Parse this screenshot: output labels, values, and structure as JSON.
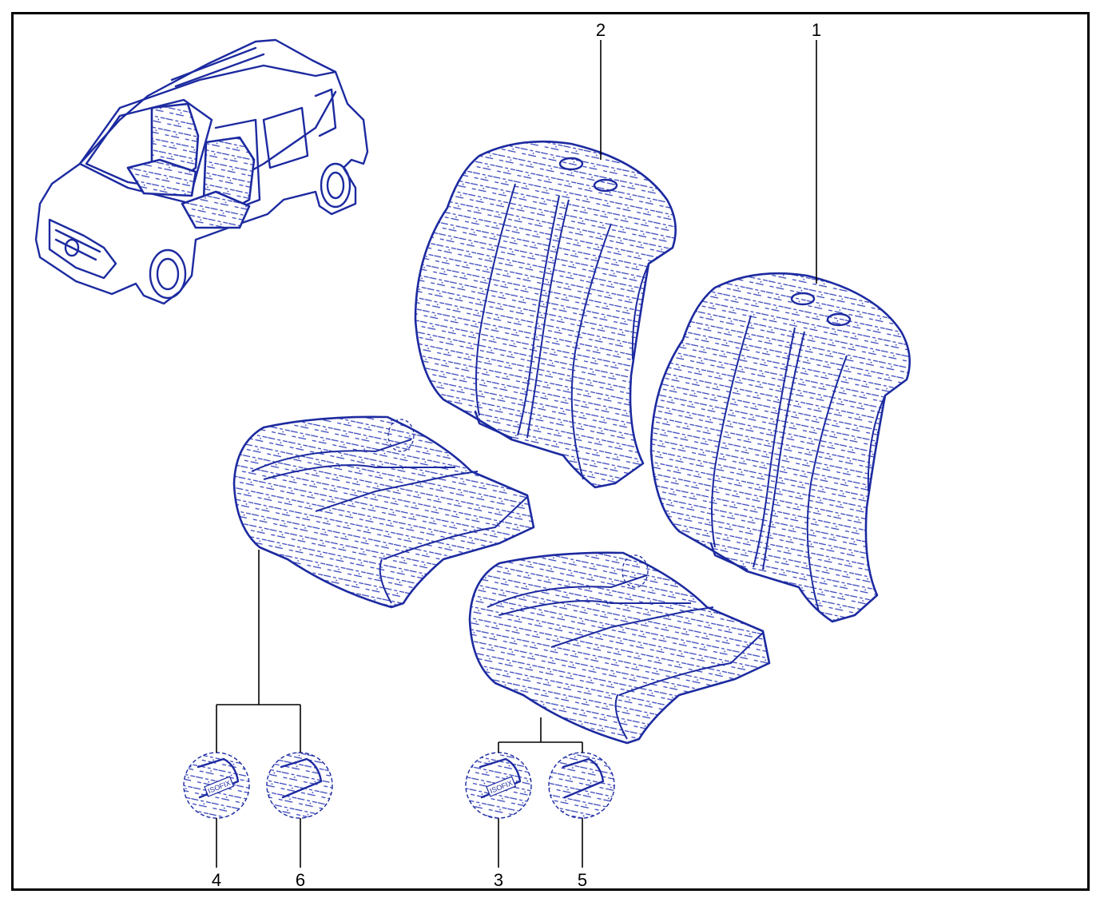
{
  "callouts": {
    "c1": "1",
    "c2": "2",
    "c3": "3",
    "c4": "4",
    "c5": "5",
    "c6": "6"
  },
  "badges": {
    "isofix_left": "ISOFIX",
    "isofix_right": "ISOFIX"
  },
  "colors": {
    "ink": "#1c2aa0",
    "frame": "#000000"
  }
}
